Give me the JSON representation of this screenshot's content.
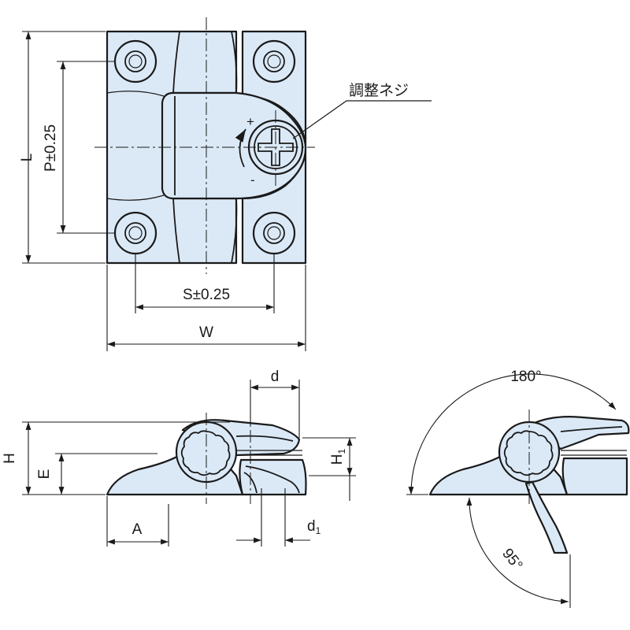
{
  "labels": {
    "L": "L",
    "P": "P±0.25",
    "S": "S±0.25",
    "W": "W",
    "adjust_screw": "調整ネジ",
    "H": "H",
    "E": "E",
    "A": "A",
    "d": "d",
    "H1": "H",
    "H1_sub": "1",
    "d1": "d",
    "d1_sub": "1",
    "angle_open": "180°",
    "angle_stop": "95°",
    "plus": "+",
    "minus": "-"
  },
  "colors": {
    "part_fill": "#dbe9f7",
    "outline": "#1a1a1a"
  }
}
